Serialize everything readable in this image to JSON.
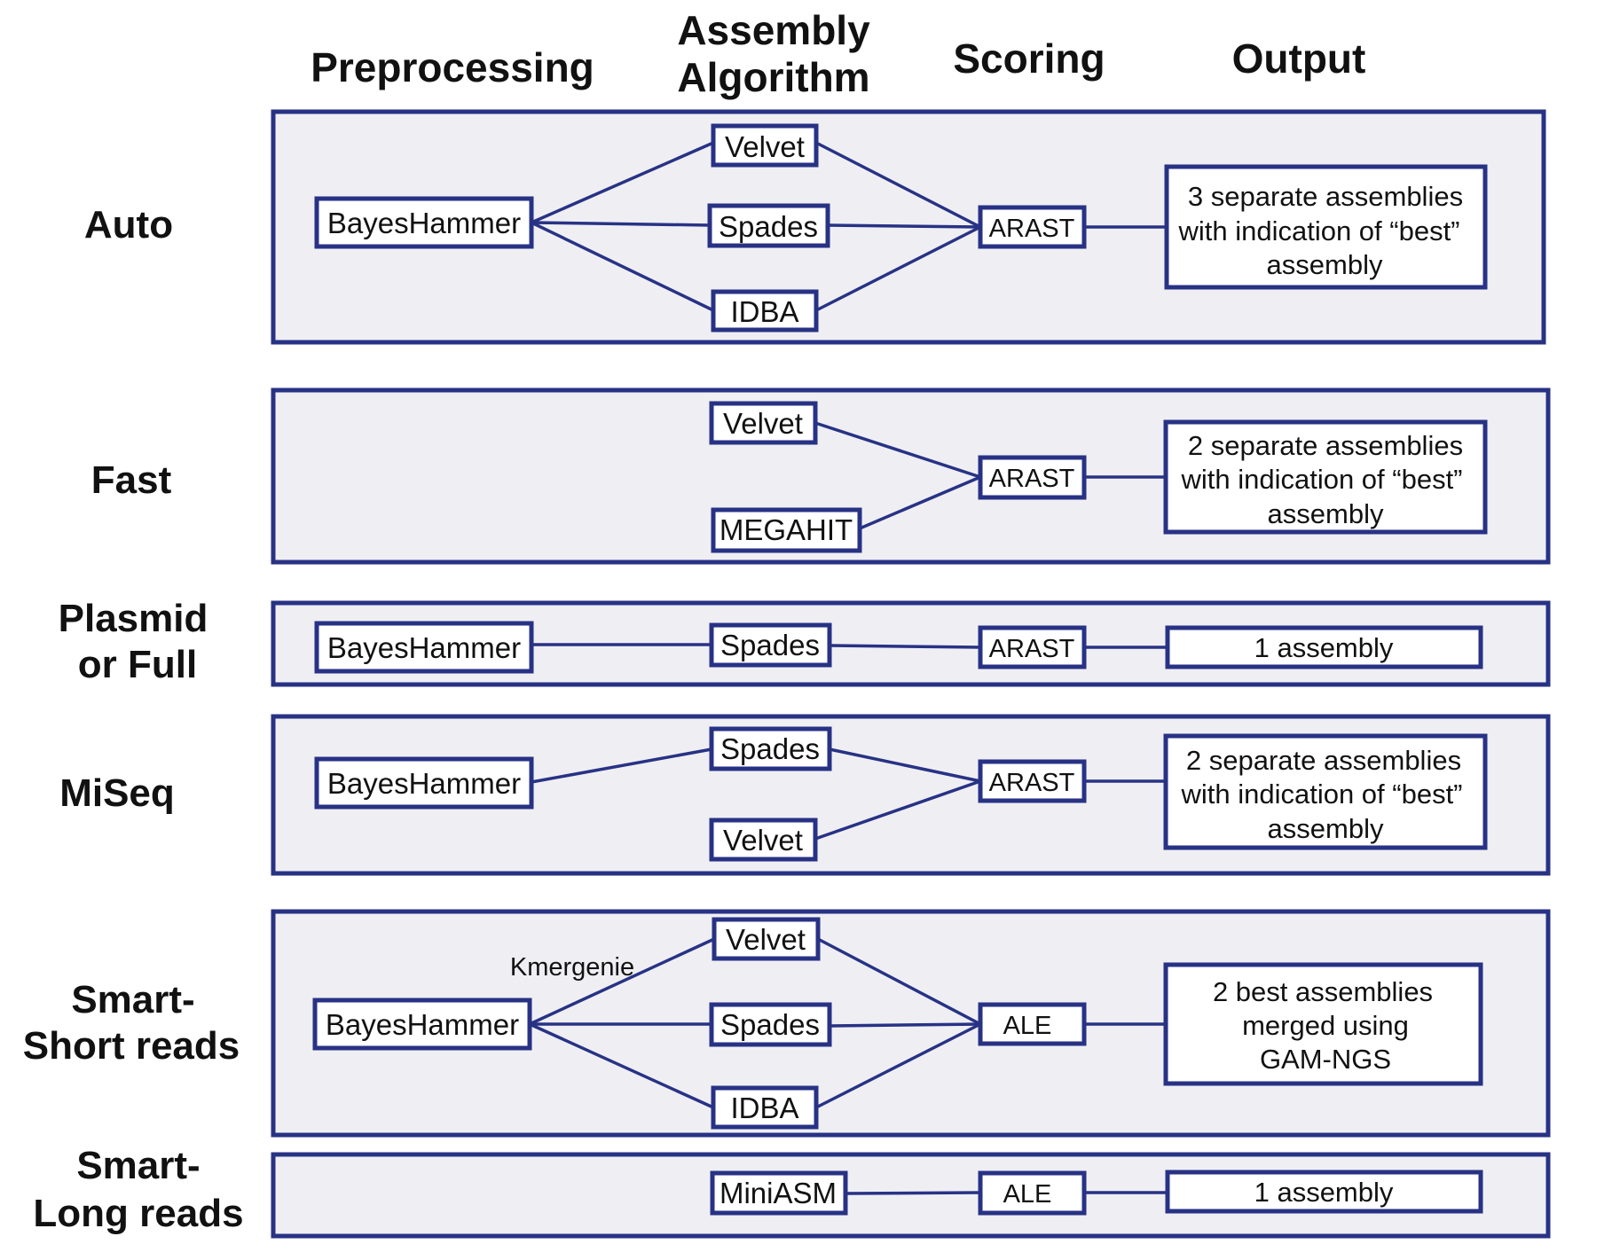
{
  "headers": {
    "preprocessing": "Preprocessing",
    "assembly_line1": "Assembly",
    "assembly_line2": "Algorithm",
    "scoring": "Scoring",
    "output": "Output"
  },
  "rows": {
    "auto": {
      "label": "Auto",
      "pre": "BayesHammer",
      "alg": [
        "Velvet",
        "Spades",
        "IDBA"
      ],
      "score": "ARAST",
      "out": [
        "3 separate assemblies",
        "with indication of “best”",
        "assembly"
      ]
    },
    "fast": {
      "label": "Fast",
      "alg": [
        "Velvet",
        "MEGAHIT"
      ],
      "score": "ARAST",
      "out": [
        "2 separate assemblies",
        "with indication of “best”",
        "assembly"
      ]
    },
    "plasmid": {
      "label1": "Plasmid",
      "label2": "or Full",
      "pre": "BayesHammer",
      "alg": [
        "Spades"
      ],
      "score": "ARAST",
      "out": [
        "1 assembly"
      ]
    },
    "miseq": {
      "label": "MiSeq",
      "pre": "BayesHammer",
      "alg": [
        "Spades",
        "Velvet"
      ],
      "score": "ARAST",
      "out": [
        "2 separate assemblies",
        "with indication of “best”",
        "assembly"
      ]
    },
    "smart_short": {
      "label1": "Smart-",
      "label2": "Short reads",
      "pre": "BayesHammer",
      "edge_label": "Kmergenie",
      "alg": [
        "Velvet",
        "Spades",
        "IDBA"
      ],
      "score": "ALE",
      "out": [
        "2 best assemblies",
        "merged using",
        "GAM-NGS"
      ]
    },
    "smart_long": {
      "label1": "Smart-",
      "label2": "Long reads",
      "alg": [
        "MiniASM"
      ],
      "score": "ALE",
      "out": [
        "1 assembly"
      ]
    }
  },
  "colors": {
    "border": "#283285",
    "panel_fill": "#efeff3",
    "node_fill": "#ffffff",
    "text": "#111111"
  }
}
